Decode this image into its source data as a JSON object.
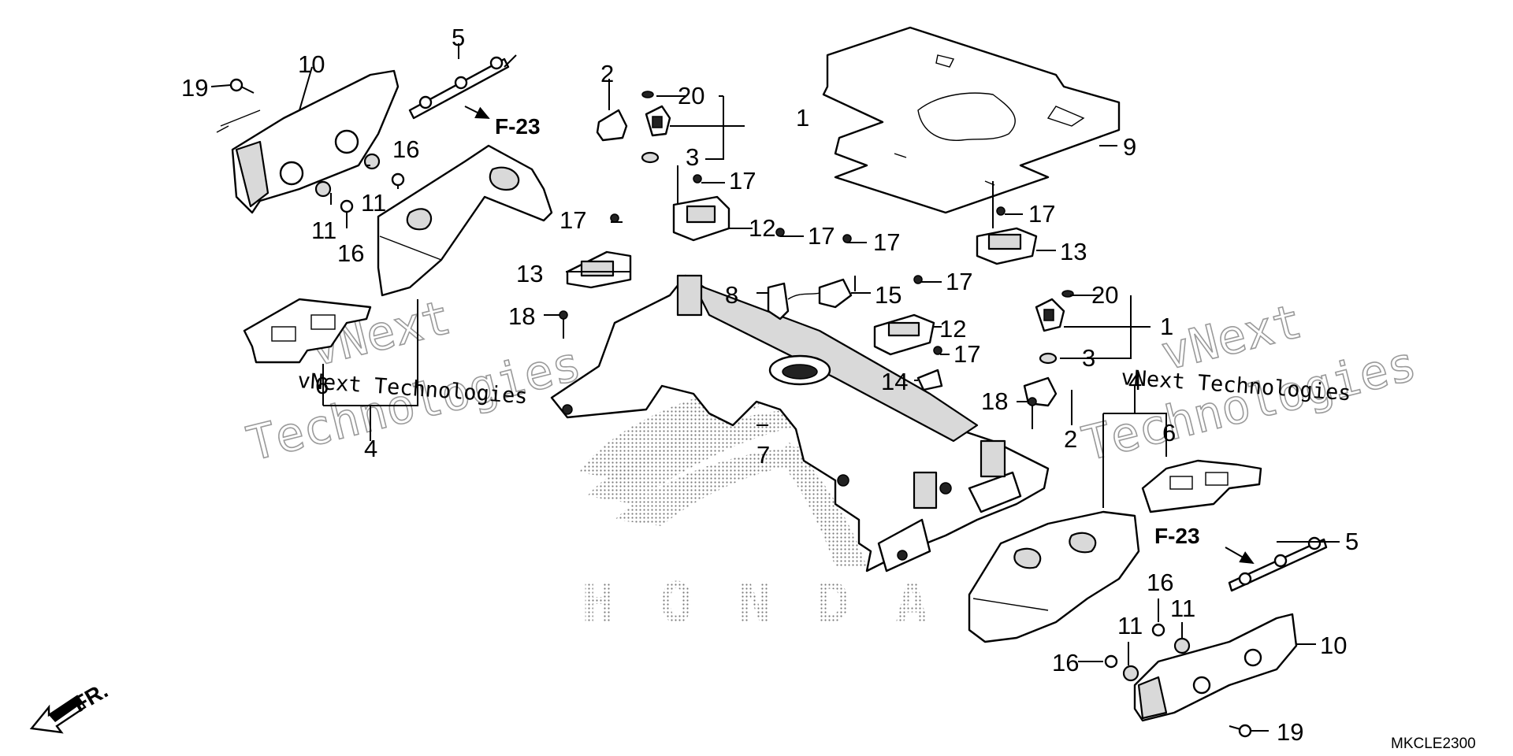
{
  "diagram": {
    "code": "MKCLE2300",
    "brand_watermark": "HONDA",
    "watermark_lines": [
      "vNext",
      "Technologies"
    ],
    "watermark_inline": "vNext Technologies",
    "arrow_label": "FR.",
    "ref_page": "F-23"
  },
  "callouts": [
    {
      "id": "c1a",
      "label": "1"
    },
    {
      "id": "c1b",
      "label": "1"
    },
    {
      "id": "c2a",
      "label": "2"
    },
    {
      "id": "c2b",
      "label": "2"
    },
    {
      "id": "c3a",
      "label": "3"
    },
    {
      "id": "c3b",
      "label": "3"
    },
    {
      "id": "c4a",
      "label": "4"
    },
    {
      "id": "c4b",
      "label": "4"
    },
    {
      "id": "c5a",
      "label": "5"
    },
    {
      "id": "c5b",
      "label": "5"
    },
    {
      "id": "c6a",
      "label": "6"
    },
    {
      "id": "c6b",
      "label": "6"
    },
    {
      "id": "c7",
      "label": "7"
    },
    {
      "id": "c8",
      "label": "8"
    },
    {
      "id": "c9",
      "label": "9"
    },
    {
      "id": "c10a",
      "label": "10"
    },
    {
      "id": "c10b",
      "label": "10"
    },
    {
      "id": "c11a",
      "label": "11"
    },
    {
      "id": "c11b",
      "label": "11"
    },
    {
      "id": "c11c",
      "label": "11"
    },
    {
      "id": "c11d",
      "label": "11"
    },
    {
      "id": "c12a",
      "label": "12"
    },
    {
      "id": "c12b",
      "label": "12"
    },
    {
      "id": "c13a",
      "label": "13"
    },
    {
      "id": "c13b",
      "label": "13"
    },
    {
      "id": "c14",
      "label": "14"
    },
    {
      "id": "c15",
      "label": "15"
    },
    {
      "id": "c16a",
      "label": "16"
    },
    {
      "id": "c16b",
      "label": "16"
    },
    {
      "id": "c16c",
      "label": "16"
    },
    {
      "id": "c16d",
      "label": "16"
    },
    {
      "id": "c17a",
      "label": "17"
    },
    {
      "id": "c17b",
      "label": "17"
    },
    {
      "id": "c17c",
      "label": "17"
    },
    {
      "id": "c17d",
      "label": "17"
    },
    {
      "id": "c17e",
      "label": "17"
    },
    {
      "id": "c17f",
      "label": "17"
    },
    {
      "id": "c17g",
      "label": "17"
    },
    {
      "id": "c18a",
      "label": "18"
    },
    {
      "id": "c18b",
      "label": "18"
    },
    {
      "id": "c19a",
      "label": "19"
    },
    {
      "id": "c19b",
      "label": "19"
    },
    {
      "id": "c20a",
      "label": "20"
    },
    {
      "id": "c20b",
      "label": "20"
    }
  ]
}
